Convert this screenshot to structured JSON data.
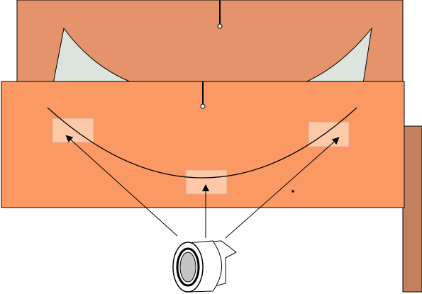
{
  "colors": {
    "back_panel": "#e4936b",
    "front_panel": "#fb9964",
    "side_panel": "#c2805f",
    "flap": "#dde3df",
    "tape_patch": "#fdc9a8",
    "tape_patch_border": "#e3a98a",
    "tape_roll_core": "#c4c4c4",
    "outline": "#000000"
  },
  "tape_patches": [
    {
      "name": "tape-patch-left"
    },
    {
      "name": "tape-patch-center"
    },
    {
      "name": "tape-patch-right"
    }
  ],
  "icons": [
    "tape-roll-icon"
  ]
}
